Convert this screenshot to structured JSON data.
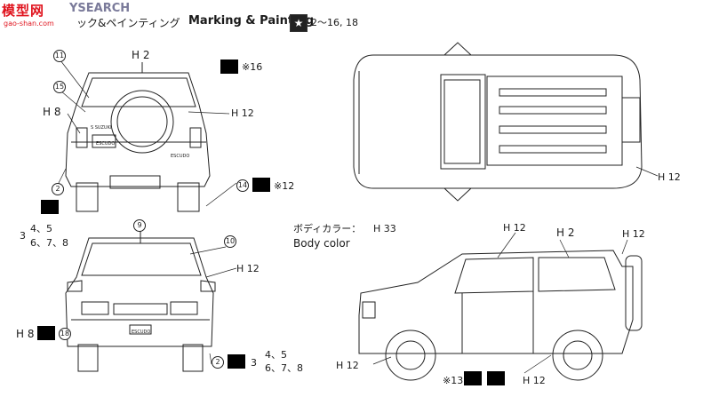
{
  "watermark": {
    "brand": "模型网",
    "brand_suffix": "YSEARCH",
    "url": "gao-shan.com"
  },
  "header": {
    "title_jp": "ック&ペインティング",
    "title_en": "Marking & Painting",
    "star": "★",
    "decal_range": "2～16, 18"
  },
  "rear_view": {
    "top_color": "H 2",
    "callout_11": "11",
    "callout_15": "15",
    "left_color": "H 8",
    "right_color": "H 12",
    "decal_top": "※16",
    "callout_2": "2",
    "callout_14": "14",
    "decal_bottom": "※12",
    "badge_brand": "S SUZUKI",
    "plate_text": "ESCUDO",
    "badge_escudo": "ESCUDO"
  },
  "decal_group_left": {
    "prefix": "3",
    "row1": "4、5",
    "row2": "6、7、8"
  },
  "front_view": {
    "callout_9": "9",
    "callout_10": "10",
    "right_color": "H 12",
    "left_color": "H 8",
    "callout_18": "18",
    "callout_2": "2",
    "group_prefix": "3",
    "row1": "4、5",
    "row2": "6、7、8",
    "plate_text": "ESCUDO"
  },
  "top_view": {
    "right_color": "H 12"
  },
  "body_color": {
    "label_jp": "ボディカラー：",
    "code": "H 33",
    "label_en": "Body color"
  },
  "side_view": {
    "color_roof_left": "H 12",
    "color_roof_mid": "H 2",
    "color_right": "H 12",
    "color_wheel_left": "H 12",
    "decal": "※13",
    "color_bottom": "H 12"
  },
  "colors": {
    "line": "#1a1a1a",
    "watermark_red": "#e0141e"
  }
}
